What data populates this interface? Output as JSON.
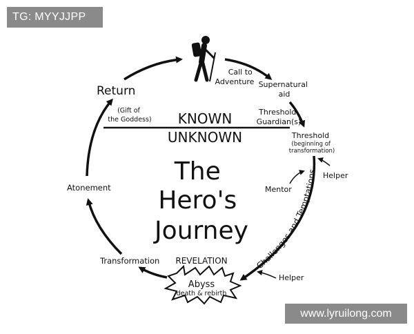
{
  "watermark": {
    "top": "TG: MYYJJPP",
    "bottom": "www.lyruilong.com"
  },
  "diagram": {
    "title_lines": [
      "The",
      "Hero's",
      "Journey"
    ],
    "divider": {
      "above": "KNOWN",
      "below": "UNKNOWN"
    },
    "stages": {
      "call": [
        "Call to",
        "Adventure"
      ],
      "supernatural": [
        "Supernatural",
        "aid"
      ],
      "guardians": [
        "Threshold",
        "Guardian(s)"
      ],
      "threshold": [
        "Threshold"
      ],
      "threshold_note": [
        "(beginning of",
        "transformation)"
      ],
      "helper_1": "Helper",
      "mentor": "Mentor",
      "challenges": "Challenges and Temptations",
      "helper_2": "Helper",
      "revelation": "REVELATION",
      "abyss": "Abyss",
      "abyss_note": "death & rebirth",
      "transformation": "Transformation",
      "atonement": "Atonement",
      "return": "Return",
      "gift": [
        "(Gift of",
        "the Goddess)"
      ]
    }
  }
}
